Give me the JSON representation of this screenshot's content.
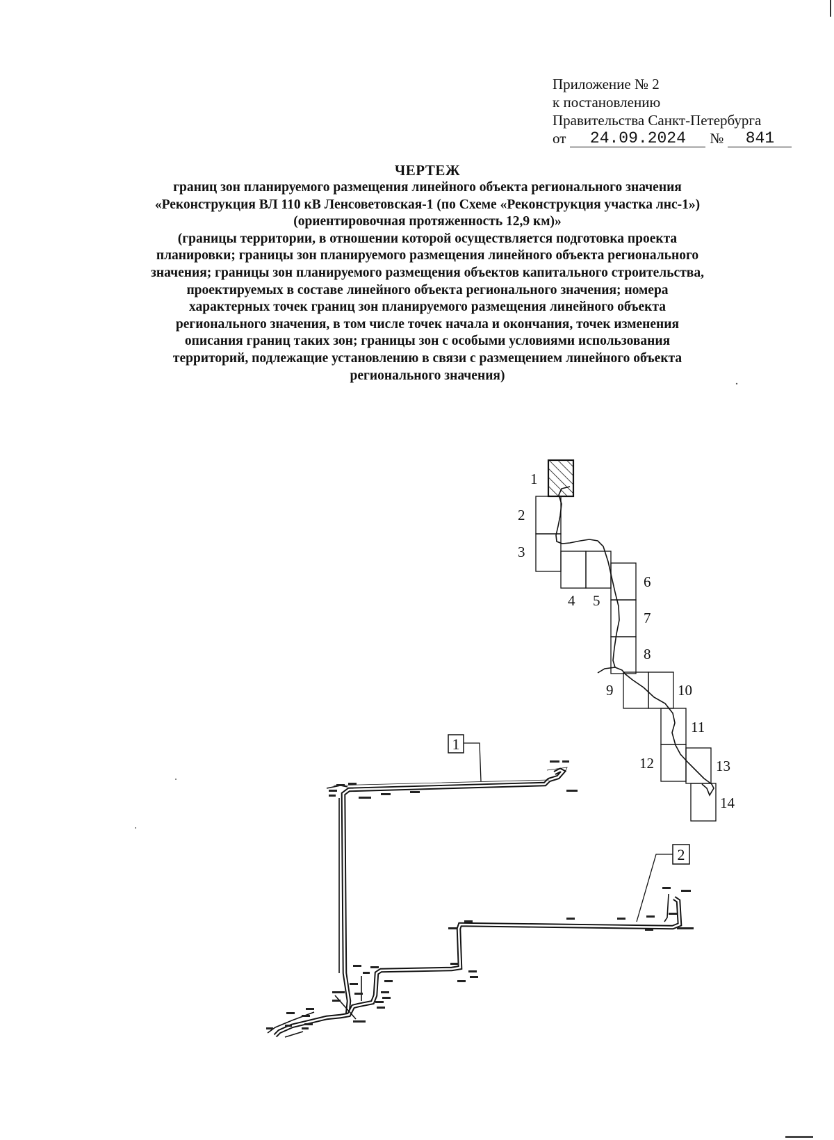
{
  "appendix": {
    "line1": "Приложение № 2",
    "line2": "к постановлению",
    "line3": "Правительства Санкт-Петербурга",
    "date_prefix": "от",
    "date": "24.09.2024",
    "number_prefix": "№",
    "number": "841"
  },
  "title": {
    "doc_type": "ЧЕРТЕЖ",
    "lines": [
      "границ зон планируемого размещения линейного объекта регионального значения",
      "«Реконструкция ВЛ 110 кВ Ленсоветовская-1 (по Схеме «Реконструкция участка лнс-1»)",
      "(ориентировочная протяженность 12,9 км)»",
      "(границы территории, в отношении которой осуществляется подготовка проекта",
      "планировки; границы зон планируемого размещения линейного объекта регионального",
      "значения; границы зон планируемого размещения объектов капитального строительства,",
      "проектируемых в составе линейного объекта регионального значения; номера",
      "характерных точек границ зон планируемого размещения линейного объекта",
      "регионального значения, в том числе точек начала и окончания, точек изменения",
      "описания границ таких зон; границы зон с особыми условиями использования",
      "территорий, подлежащие установлению в связи с размещением линейного объекта",
      "регионального значения)"
    ]
  },
  "sheet_index": {
    "labels": [
      "1",
      "2",
      "3",
      "4",
      "5",
      "6",
      "7",
      "8",
      "9",
      "10",
      "11",
      "12",
      "13",
      "14"
    ],
    "hatched_sheet": "1"
  },
  "callouts": [
    {
      "label": "1"
    },
    {
      "label": "2"
    }
  ]
}
